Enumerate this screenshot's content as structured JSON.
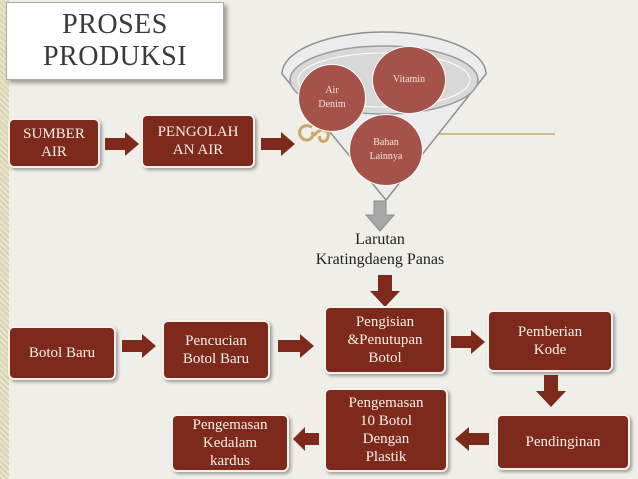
{
  "title": {
    "line1": "PROSES",
    "line2": "PRODUKSI"
  },
  "colors": {
    "box_fill": "#7d2a1c",
    "box_border": "#f7f1ec",
    "circle_fill": "#a5534a",
    "funnel_fill": "#ececec",
    "background": "#efeee9"
  },
  "nodes": {
    "sumber_air": "SUMBER\nAIR",
    "pengolahan_air": "PENGOLAH\nAN  AIR",
    "larutan": "Larutan\nKratingdaeng Panas",
    "pengisian": "Pengisian\n&Penutupan\nBotol",
    "pemberian_kode": "Pemberian\nKode",
    "botol_baru": "Botol Baru",
    "pencucian": "Pencucian\nBotol Baru",
    "pendinginan": "Pendinginan",
    "pengemasan_plastik": "Pengemasan\n10 Botol\nDengan\nPlastik",
    "pengemasan_kardus": "Pengemasan\nKedalam\nkardus"
  },
  "funnel_items": {
    "air_denim": "Air\nDenim",
    "vitamin": "Vitamin",
    "bahan_lainnya": "Bahan\nLainnya"
  },
  "decor": {
    "swirl_icon": "swirl-ornament-icon"
  }
}
